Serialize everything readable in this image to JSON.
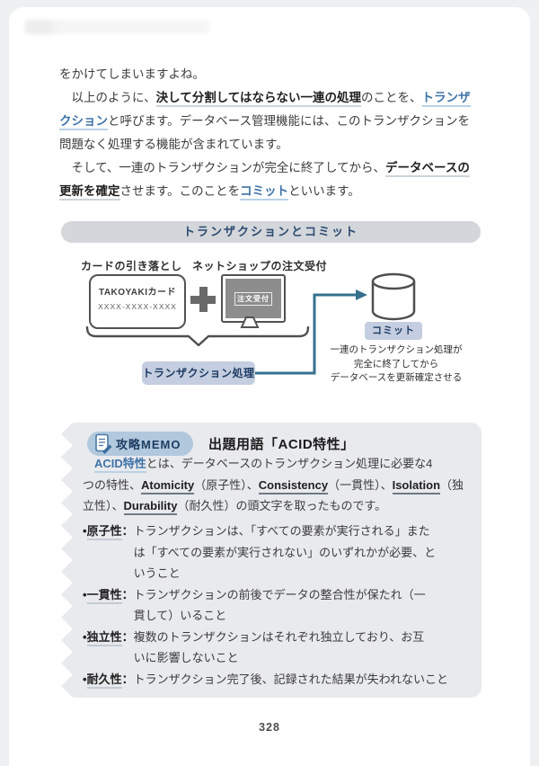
{
  "intro": {
    "lines": [
      [
        {
          "t": "をかけてしまいますよね。",
          "s": "p"
        }
      ],
      [
        {
          "t": "　以上のように、",
          "s": "p"
        },
        {
          "t": "決して分割してはならない一連の処理",
          "s": "b"
        },
        {
          "t": "のことを、",
          "s": "p"
        },
        {
          "t": "トランザ",
          "s": "bl"
        }
      ],
      [
        {
          "t": "クション",
          "s": "bl"
        },
        {
          "t": "と呼びます。データベース管理機能には、このトランザクションを",
          "s": "p"
        }
      ],
      [
        {
          "t": "問題なく処理する機能が含まれています。",
          "s": "p"
        }
      ],
      [
        {
          "t": "　そして、一連のトランザクションが完全に終了してから、",
          "s": "p"
        },
        {
          "t": "データベースの",
          "s": "b"
        }
      ],
      [
        {
          "t": "更新を確定",
          "s": "b"
        },
        {
          "t": "させます。このことを",
          "s": "p"
        },
        {
          "t": "コミット",
          "s": "bl"
        },
        {
          "t": "といいます。",
          "s": "p"
        }
      ]
    ]
  },
  "figure": {
    "title": "トランザクションとコミット",
    "card_label": "カードの引き落とし",
    "shop_label": "ネットショップの注文受付",
    "card_name": "TAKOYAKIカード",
    "card_number": "XXXX-XXXX-XXXX",
    "screen_text": "注文受付",
    "process_label": "トランザクション処理",
    "commit_label": "コミット",
    "commit_caption": [
      "一連のトランザクション処理が",
      "完全に終了してから",
      "データベースを更新確定させる"
    ]
  },
  "memo": {
    "badge": "攻略MEMO",
    "title": "出題用語「ACID特性」",
    "lead_lines": [
      [
        {
          "t": "　",
          "s": "p"
        },
        {
          "t": "ACID特性",
          "s": "bl"
        },
        {
          "t": "とは、データベースのトランザクション処理に必要な4",
          "s": "p"
        }
      ],
      [
        {
          "t": "つの特性、",
          "s": "p"
        },
        {
          "t": "Atomicity",
          "s": "bu"
        },
        {
          "t": "（原子性）、",
          "s": "p"
        },
        {
          "t": "Consistency",
          "s": "bu"
        },
        {
          "t": "（一貫性）、",
          "s": "p"
        },
        {
          "t": "Isolation",
          "s": "bu"
        },
        {
          "t": "（独",
          "s": "p"
        }
      ],
      [
        {
          "t": "立性）、",
          "s": "p"
        },
        {
          "t": "Durability",
          "s": "bu"
        },
        {
          "t": "（耐久性）の頭文字を取ったものです。",
          "s": "p"
        }
      ]
    ],
    "bullet_prefix": "•",
    "colon": "：",
    "bullets": [
      {
        "term": "原子性",
        "lines": [
          "トランザクションは、「すべての要素が実行される」また",
          "は「すべての要素が実行されない」のいずれかが必要、と",
          "いうこと"
        ]
      },
      {
        "term": "一貫性",
        "lines": [
          "トランザクションの前後でデータの整合性が保たれ（一",
          "貫して）いること"
        ]
      },
      {
        "term": "独立性",
        "lines": [
          "複数のトランザクションはそれぞれ独立しており、お互",
          "いに影響しないこと"
        ]
      },
      {
        "term": "耐久性",
        "lines": [
          "トランザクション完了後、記録された結果が失われないこと"
        ]
      }
    ]
  },
  "page": {
    "number": "328"
  },
  "colors": {
    "link_blue": "#3e73a8",
    "link_underline": "#b9d2e5",
    "title_pill_bg": "#d3d6da",
    "title_pill_text": "#2b4a70",
    "process_box_bg": "#c4cee0",
    "navy_text": "#1d3a63",
    "memo_bg": "#e9eaee",
    "badge_bg": "#b1c8dd",
    "connector_teal": "#35708d",
    "screen_gray": "#8d8d8d"
  }
}
